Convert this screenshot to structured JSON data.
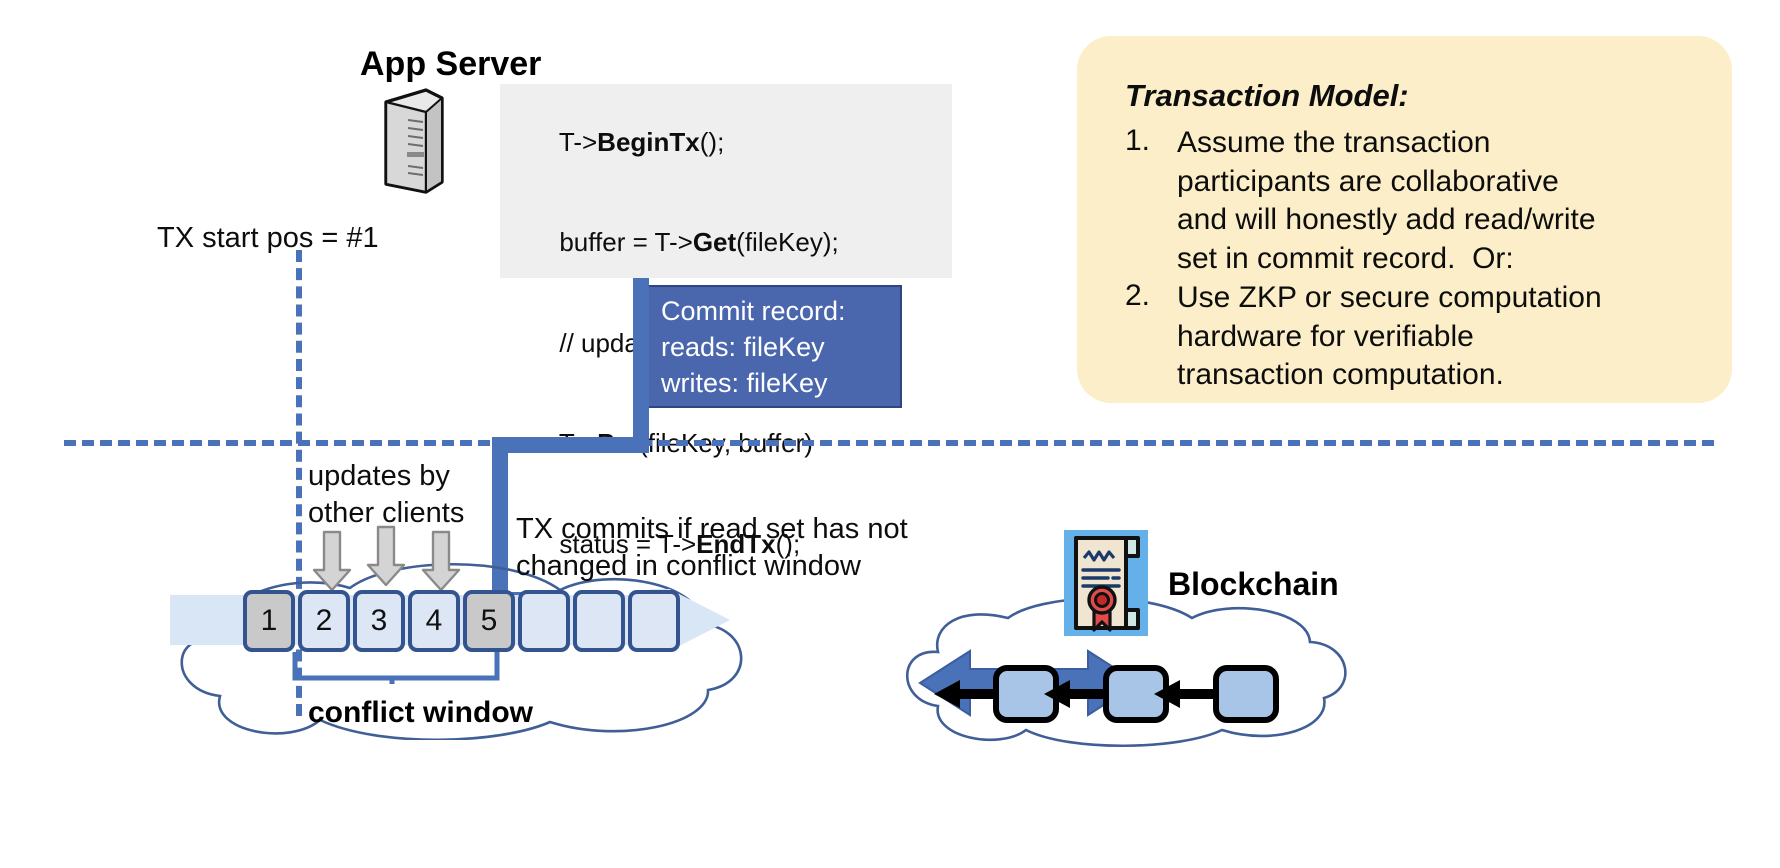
{
  "diagram": {
    "app_server": {
      "title": "App Server",
      "icon": "server-tower-icon",
      "code_lines": [
        {
          "pre": "T->",
          "bold": "BeginTx",
          "post": "();"
        },
        {
          "pre": "buffer = T->",
          "bold": "Get",
          "post": "(fileKey);"
        },
        {
          "pre": "// update buffer;",
          "bold": "",
          "post": ""
        },
        {
          "pre": "T->",
          "bold": "Put",
          "post": "(fileKey, buffer)"
        },
        {
          "pre": "status = T->",
          "bold": "EndTx",
          "post": "();"
        }
      ]
    },
    "commit_record": {
      "lines": [
        "Commit record:",
        "reads: fileKey",
        "writes: fileKey"
      ],
      "fill_color": "#4a66ad",
      "border_color": "#2f4582"
    },
    "transaction_model": {
      "title": "Transaction Model:",
      "items": [
        {
          "num": "1.",
          "text": "Assume the transaction\nparticipants are collaborative\nand will honestly add read/write\nset in commit record.  Or:"
        },
        {
          "num": "2.",
          "text": "Use ZKP or secure computation\nhardware for verifiable\ntransaction computation."
        }
      ],
      "background": "#fbeec8"
    },
    "annotations": {
      "tx_start": "TX start pos = #1",
      "updates_by_other_clients": "updates by\nother clients",
      "tx_commits": "TX commits if read set has not\nchanged in conflict window",
      "conflict_window": "conflict window",
      "blockchain": "Blockchain"
    },
    "log": {
      "cells": [
        {
          "label": "1",
          "state": "filled"
        },
        {
          "label": "2",
          "state": "empty"
        },
        {
          "label": "3",
          "state": "empty"
        },
        {
          "label": "4",
          "state": "empty"
        },
        {
          "label": "5",
          "state": "filled"
        },
        {
          "label": "",
          "state": "empty"
        },
        {
          "label": "",
          "state": "empty"
        },
        {
          "label": "",
          "state": "empty"
        }
      ],
      "cell_fill": "#dce6f4",
      "cell_filled_fill": "#c9c9c9",
      "cell_border": "#33548f"
    },
    "blockchain_chain": {
      "blocks": 3,
      "block_fill": "#a8c5e8",
      "block_border": "#000000",
      "contract_icon": "certificate-seal-icon",
      "contract_tile_color": "#63b1e8"
    },
    "colors": {
      "accent_blue": "#4a72b8",
      "dashed_blue": "#4a72b8",
      "code_bg": "#efefef",
      "cloud_stroke": "#3f5f96"
    }
  }
}
